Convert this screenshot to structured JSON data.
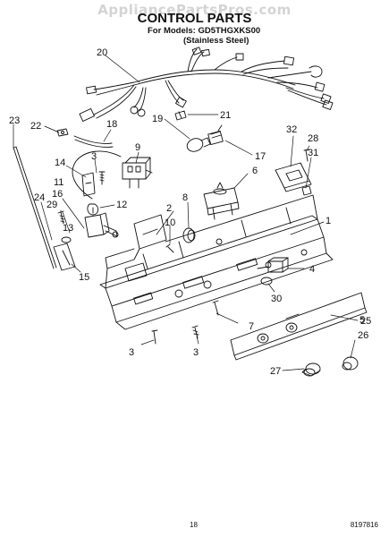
{
  "header": {
    "watermark": "AppliancePartsPros.com",
    "title": "CONTROL PARTS",
    "models_line": "For Models: GD5THGXKS00",
    "finish": "(Stainless Steel)"
  },
  "callouts": [
    "1",
    "2",
    "3",
    "3",
    "3",
    "4",
    "5",
    "6",
    "7",
    "8",
    "9",
    "10",
    "11",
    "12",
    "13",
    "14",
    "15",
    "16",
    "17",
    "18",
    "19",
    "20",
    "21",
    "22",
    "23",
    "24",
    "25",
    "26",
    "27",
    "28",
    "29",
    "30",
    "31",
    "32"
  ],
  "footer": {
    "page": "18",
    "doc_number": "8197816"
  }
}
